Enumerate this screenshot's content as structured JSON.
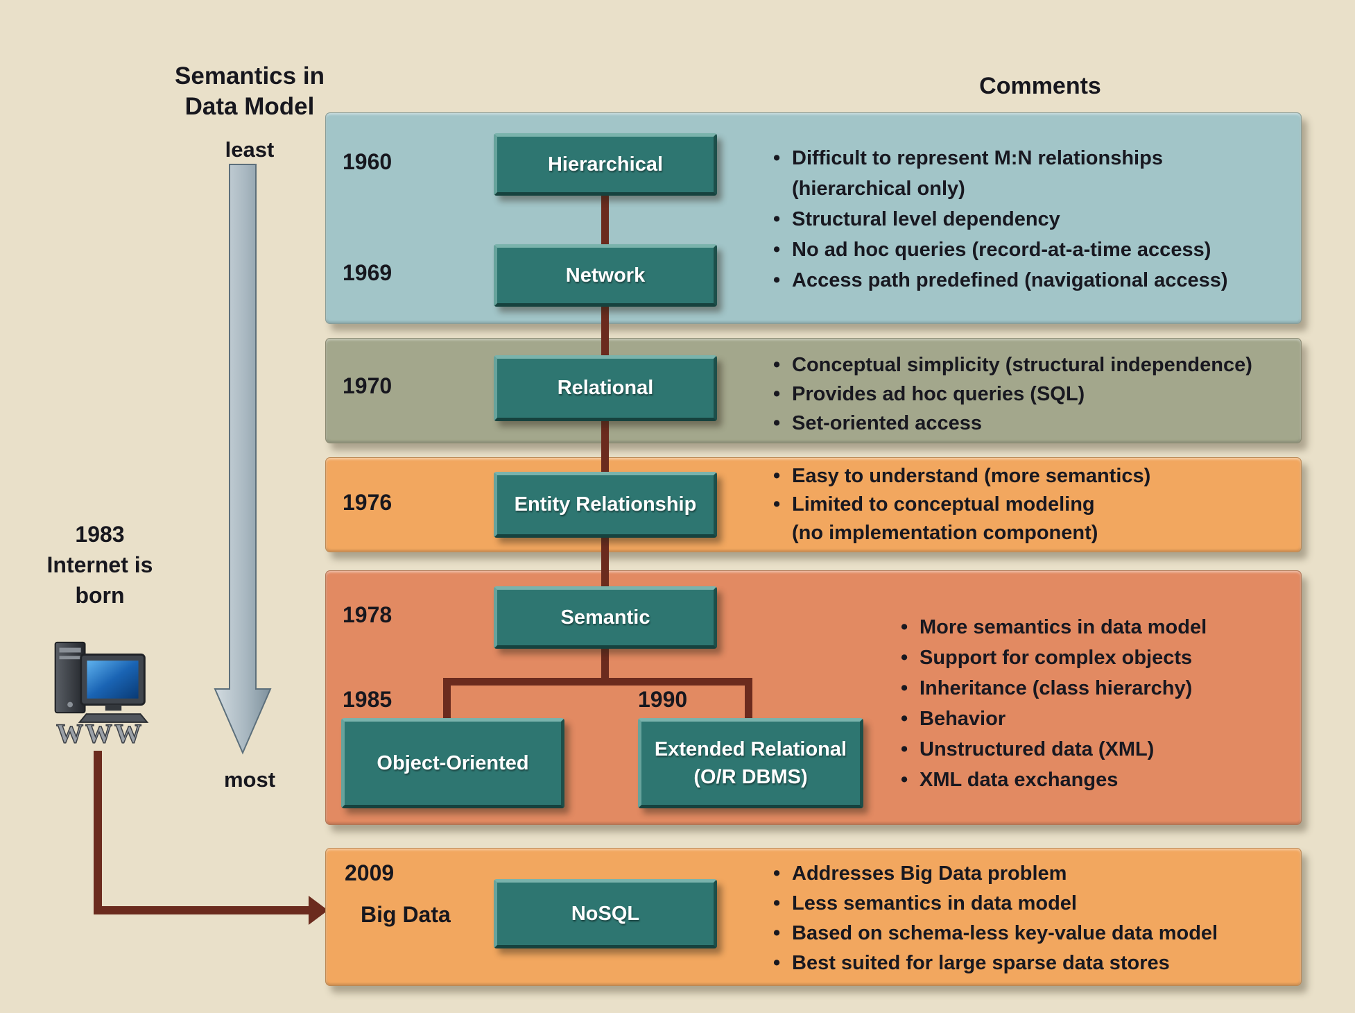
{
  "left_axis": {
    "title": "Semantics in\nData Model",
    "least": "least",
    "most": "most",
    "internet_note": "1983\nInternet is\nborn",
    "www": "WWW"
  },
  "comments_header": "Comments",
  "models": {
    "hierarchical": {
      "year": "1960",
      "label": "Hierarchical"
    },
    "network": {
      "year": "1969",
      "label": "Network"
    },
    "relational": {
      "year": "1970",
      "label": "Relational"
    },
    "entity_relationship": {
      "year": "1976",
      "label": "Entity Relationship"
    },
    "semantic": {
      "year": "1978",
      "label": "Semantic"
    },
    "object_oriented": {
      "year": "1985",
      "label": "Object-Oriented"
    },
    "extended_relational": {
      "year": "1990",
      "label": "Extended Relational\n(O/R DBMS)"
    },
    "nosql": {
      "year": "2009",
      "era": "Big Data",
      "label": "NoSQL"
    }
  },
  "comments": {
    "band1": [
      "Difficult to represent M:N relationships\n(hierarchical only)",
      "Structural level dependency",
      "No ad hoc queries (record-at-a-time access)",
      "Access path predefined (navigational access)"
    ],
    "band2": [
      "Conceptual simplicity (structural independence)",
      "Provides ad hoc queries (SQL)",
      "Set-oriented access"
    ],
    "band3": [
      "Easy to understand (more semantics)",
      "Limited to conceptual modeling\n(no implementation component)"
    ],
    "band4": [
      "More semantics in data model",
      "Support for complex objects",
      "Inheritance (class hierarchy)",
      "Behavior",
      "Unstructured data (XML)",
      "XML data exchanges"
    ],
    "band5": [
      "Addresses Big Data problem",
      "Less semantics in data model",
      "Based on schema-less key-value data model",
      "Best suited for large sparse data stores"
    ]
  },
  "colors": {
    "background": "#e9e0c9",
    "band_blue": "#a2c5c8",
    "band_olive": "#a3a78c",
    "band_orange": "#f2a75f",
    "band_salmon": "#e28a62",
    "model_box_teal": "#2e7671",
    "connector_maroon": "#6b2b1e",
    "axis_arrow_gray": "#8b9ca7"
  }
}
